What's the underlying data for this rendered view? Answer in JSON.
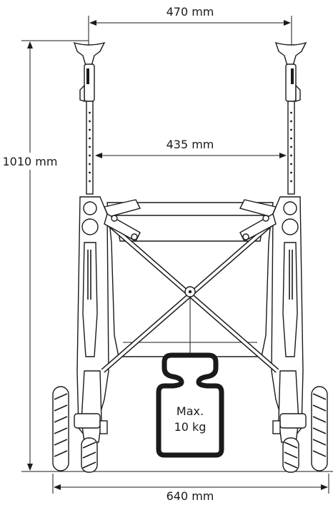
{
  "dimensions": {
    "handle_width": "470 mm",
    "inner_width": "435 mm",
    "height": "1010 mm",
    "base_width": "640 mm"
  },
  "weight": {
    "line1": "Max.",
    "line2": "10 kg"
  }
}
